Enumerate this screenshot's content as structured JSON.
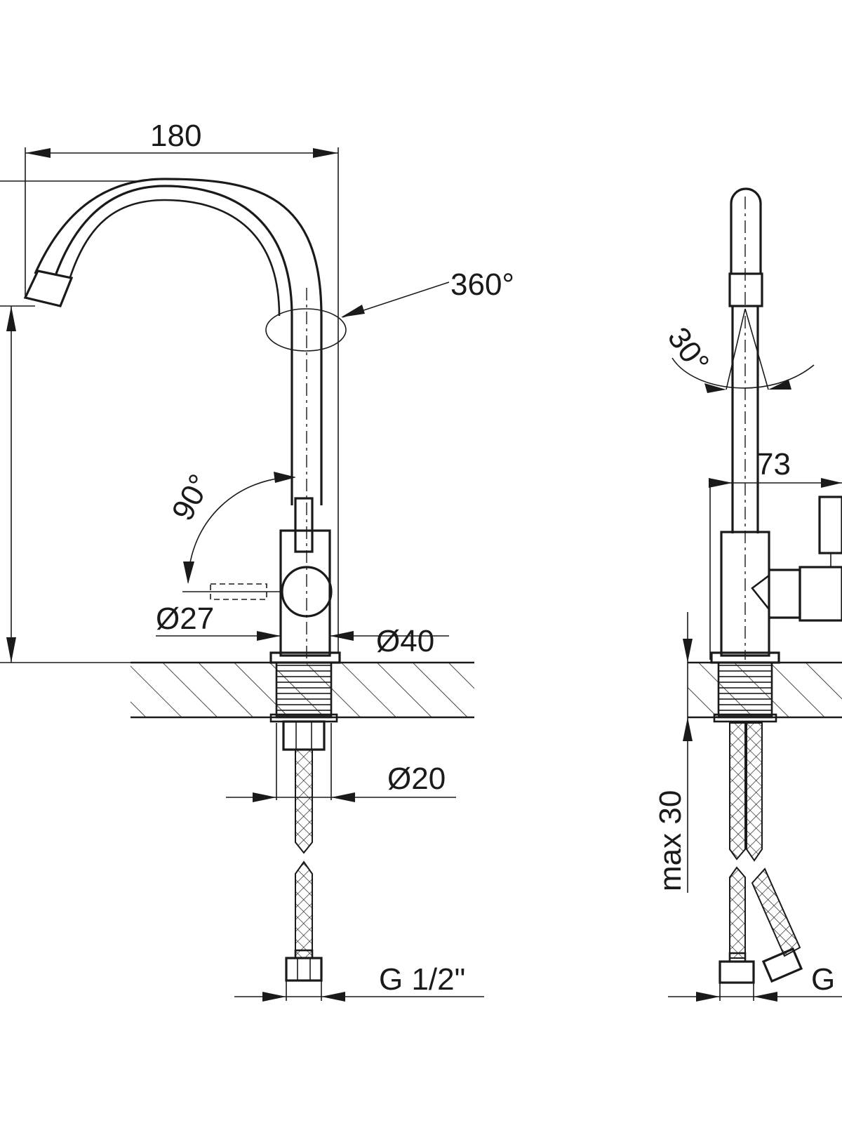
{
  "labels": {
    "width_180": "180",
    "rotation_360": "360°",
    "lever_angle_90": "90°",
    "diameter_27": "Ø27",
    "diameter_40": "Ø40",
    "diameter_20": "Ø20",
    "thread_front": "G 1/2\"",
    "spout_angle_30": "30°",
    "depth_73": "73",
    "max_thickness": "max 30",
    "thread_side": "G"
  }
}
